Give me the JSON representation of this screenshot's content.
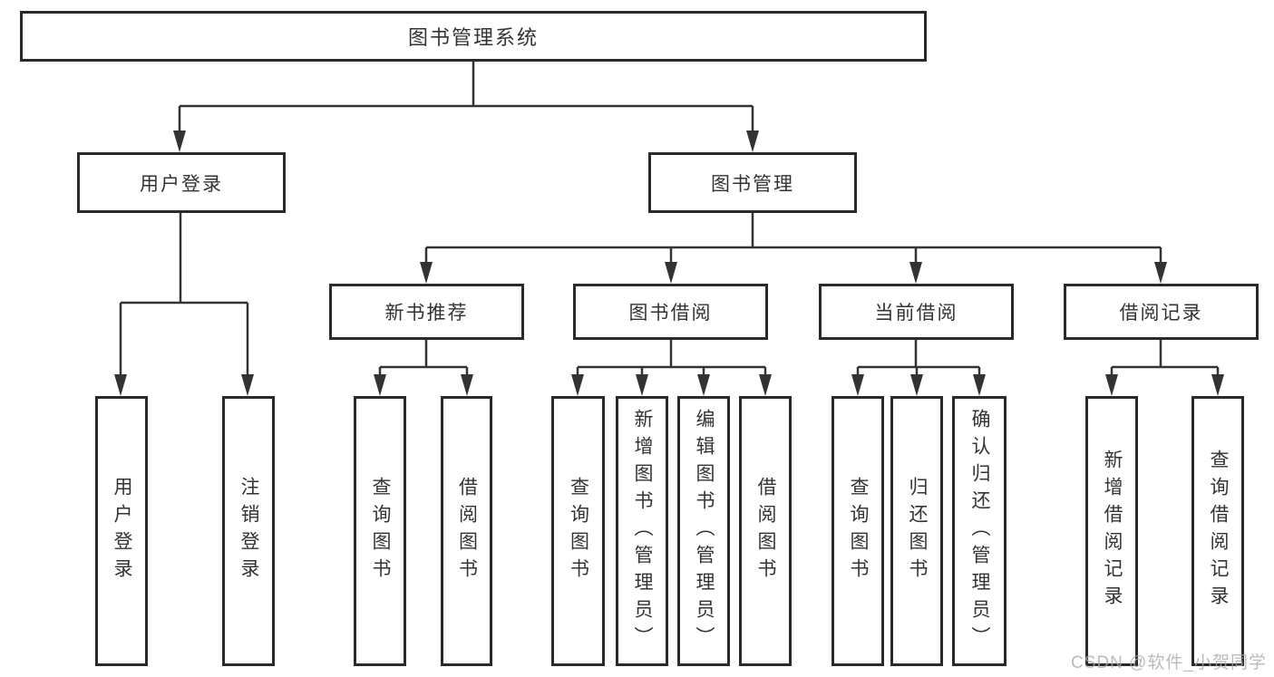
{
  "tree": {
    "label": "图书管理系统",
    "children": [
      {
        "label": "用户登录",
        "children": [
          {
            "label": "用户登录"
          },
          {
            "label": "注销登录"
          }
        ]
      },
      {
        "label": "图书管理",
        "children": [
          {
            "label": "新书推荐",
            "children": [
              {
                "label": "查询图书"
              },
              {
                "label": "借阅图书"
              }
            ]
          },
          {
            "label": "图书借阅",
            "children": [
              {
                "label": "查询图书"
              },
              {
                "label": "新增图书（管理员）"
              },
              {
                "label": "编辑图书（管理员）"
              },
              {
                "label": "借阅图书"
              }
            ]
          },
          {
            "label": "当前借阅",
            "children": [
              {
                "label": "查询图书"
              },
              {
                "label": "归还图书"
              },
              {
                "label": "确认归还（管理员）"
              }
            ]
          },
          {
            "label": "借阅记录",
            "children": [
              {
                "label": "新增借阅记录"
              },
              {
                "label": "查询借阅记录"
              }
            ]
          }
        ]
      }
    ]
  },
  "watermark": {
    "text": "CSDN @软件_小贺同学"
  },
  "colors": {
    "line": "#333333",
    "border": "#2a2a2a",
    "text": "#333333",
    "background": "#ffffff",
    "watermark": "#aaaaaa"
  }
}
